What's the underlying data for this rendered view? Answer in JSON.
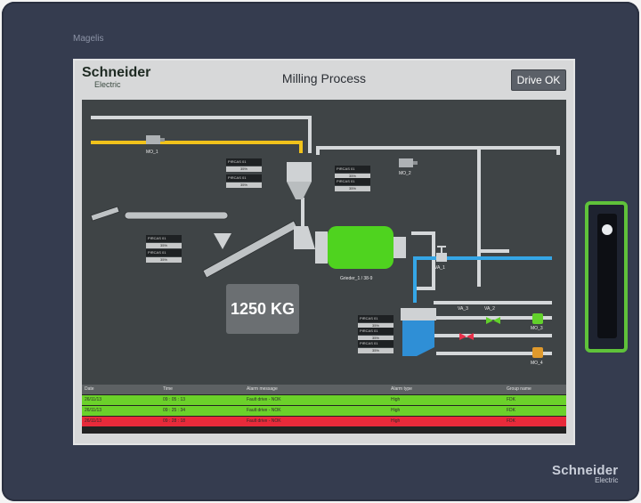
{
  "device": {
    "model": "Magelis",
    "brand_line1": "Schneider",
    "brand_line2": "Electric"
  },
  "header": {
    "logo_line1": "Schneider",
    "logo_line2": "Electric",
    "title": "Milling Process",
    "drive_button": "Drive OK"
  },
  "process": {
    "weight_display": "1250 KG",
    "labels": {
      "mo1": "MO_1",
      "mo2": "MO_2",
      "mo3": "MO_3",
      "mo4": "MO_4",
      "va1": "VA_1",
      "va2": "VA_2",
      "va3": "VA_3",
      "grinder": "Grieder_1 / 38-9"
    },
    "tags": [
      {
        "name": "PIRCAS 01",
        "value": "35%"
      },
      {
        "name": "PIRCAS 01",
        "value": "35%"
      },
      {
        "name": "PIRCAS 01",
        "value": "35%"
      },
      {
        "name": "PIRCAS 01",
        "value": "35%"
      },
      {
        "name": "PIRCAS 01",
        "value": "35%"
      },
      {
        "name": "PIRCAS 01",
        "value": "35%"
      },
      {
        "name": "PIRCAS 01",
        "value": "35%"
      },
      {
        "name": "PIRCAS 01",
        "value": "35%"
      },
      {
        "name": "PIRCAS 01",
        "value": "35%"
      }
    ],
    "colors": {
      "pipe_gray": "#d5d8da",
      "pipe_yellow": "#f1c21b",
      "pipe_blue": "#35a6e6",
      "grinder_green": "#4fd31f",
      "motor_green": "#62d12b",
      "motor_orange": "#e09a2c",
      "valve_red": "#e8304a"
    }
  },
  "alarms": {
    "columns": [
      "Date",
      "Time",
      "Alarm message",
      "Alarm type",
      "Group name"
    ],
    "rows": [
      {
        "date": "26/11/13",
        "time": "09 : 05 : 13",
        "message": "Fault drive - NOK",
        "type": "High",
        "group": "FDK",
        "status": "green"
      },
      {
        "date": "26/11/13",
        "time": "09 : 25 : 34",
        "message": "Fault drive - NOK",
        "type": "High",
        "group": "FDK",
        "status": "green"
      },
      {
        "date": "26/11/13",
        "time": "09 : 28 : 18",
        "message": "Fault drive - NOK",
        "type": "High",
        "group": "FDK",
        "status": "red"
      }
    ]
  }
}
